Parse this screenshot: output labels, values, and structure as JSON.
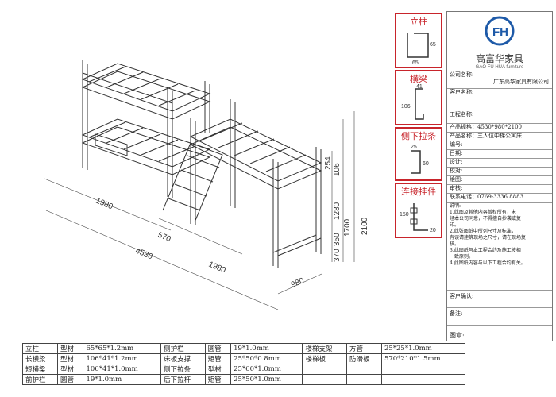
{
  "logo": {
    "brand": "高富华家具",
    "brand_en": "GAO FU HUA furniture",
    "mark": "FH"
  },
  "titleblock": {
    "company_label": "公司名称:",
    "company_value": "广东高华家具有限公司",
    "client_label": "客户名称:",
    "project_label": "工程名称:",
    "spec_label": "产品规格：",
    "spec_value": "4530*980*2100",
    "product_label": "产品名称：",
    "product_value": "三人位中梯公寓床",
    "designer_label": "编号:",
    "date_label": "日期:",
    "design_label": "设计:",
    "check_label": "校对:",
    "draw_label": "绘图:",
    "review_label": "审核:",
    "phone_label": "联系电话：",
    "phone_value": "0769-3336 8883",
    "notes_title": "说明:",
    "notes": [
      "1.此图及其他内容版权所有，未",
      "经本公司同意，不得擅自抄袭或复",
      "印。",
      "2.此张图纸中所列尺寸及标准，",
      "有误请建筑现场之尺寸，请在现场复",
      "核。",
      "3.此图纸与本工程合约及施工按相",
      "一致原则。",
      "4.此图纸内容与以下工程合约有关。"
    ],
    "confirm_label": "客户确认:",
    "remark_label": "备注:",
    "chapter_label": "图章:"
  },
  "profiles": [
    {
      "title": "立柱",
      "dims": [
        "65",
        "65"
      ]
    },
    {
      "title": "横梁",
      "dims": [
        "41",
        "106"
      ]
    },
    {
      "title": "侧下拉条",
      "dims": [
        "60",
        "25"
      ]
    },
    {
      "title": "连接挂件",
      "dims": [
        "150",
        "20"
      ]
    }
  ],
  "dimensions": {
    "d1980a": "1980",
    "d570": "570",
    "d4530": "4530",
    "d1980b": "1980",
    "d980": "980",
    "d254": "254",
    "d106": "106",
    "d1280": "1280",
    "d1700": "1700",
    "d2100": "2100",
    "d350": "350",
    "d370": "370"
  },
  "materials": [
    [
      "立柱",
      "型材",
      "65*65*1.2mm",
      "侧护栏",
      "圆管",
      "19*1.0mm",
      "楼梯支架",
      "方管",
      "25*25*1.0mm"
    ],
    [
      "长横梁",
      "型材",
      "106*41*1.2mm",
      "床板支撑",
      "矩管",
      "25*50*0.8mm",
      "楼梯板",
      "防滑板",
      "570*210*1.5mm"
    ],
    [
      "短横梁",
      "型材",
      "106*41*1.0mm",
      "侧下拉条",
      "型材",
      "25*60*1.0mm",
      "",
      "",
      ""
    ],
    [
      "前护栏",
      "圆管",
      "19*1.0mm",
      "后下拉杆",
      "矩管",
      "25*50*1.0mm",
      "",
      "",
      ""
    ]
  ]
}
